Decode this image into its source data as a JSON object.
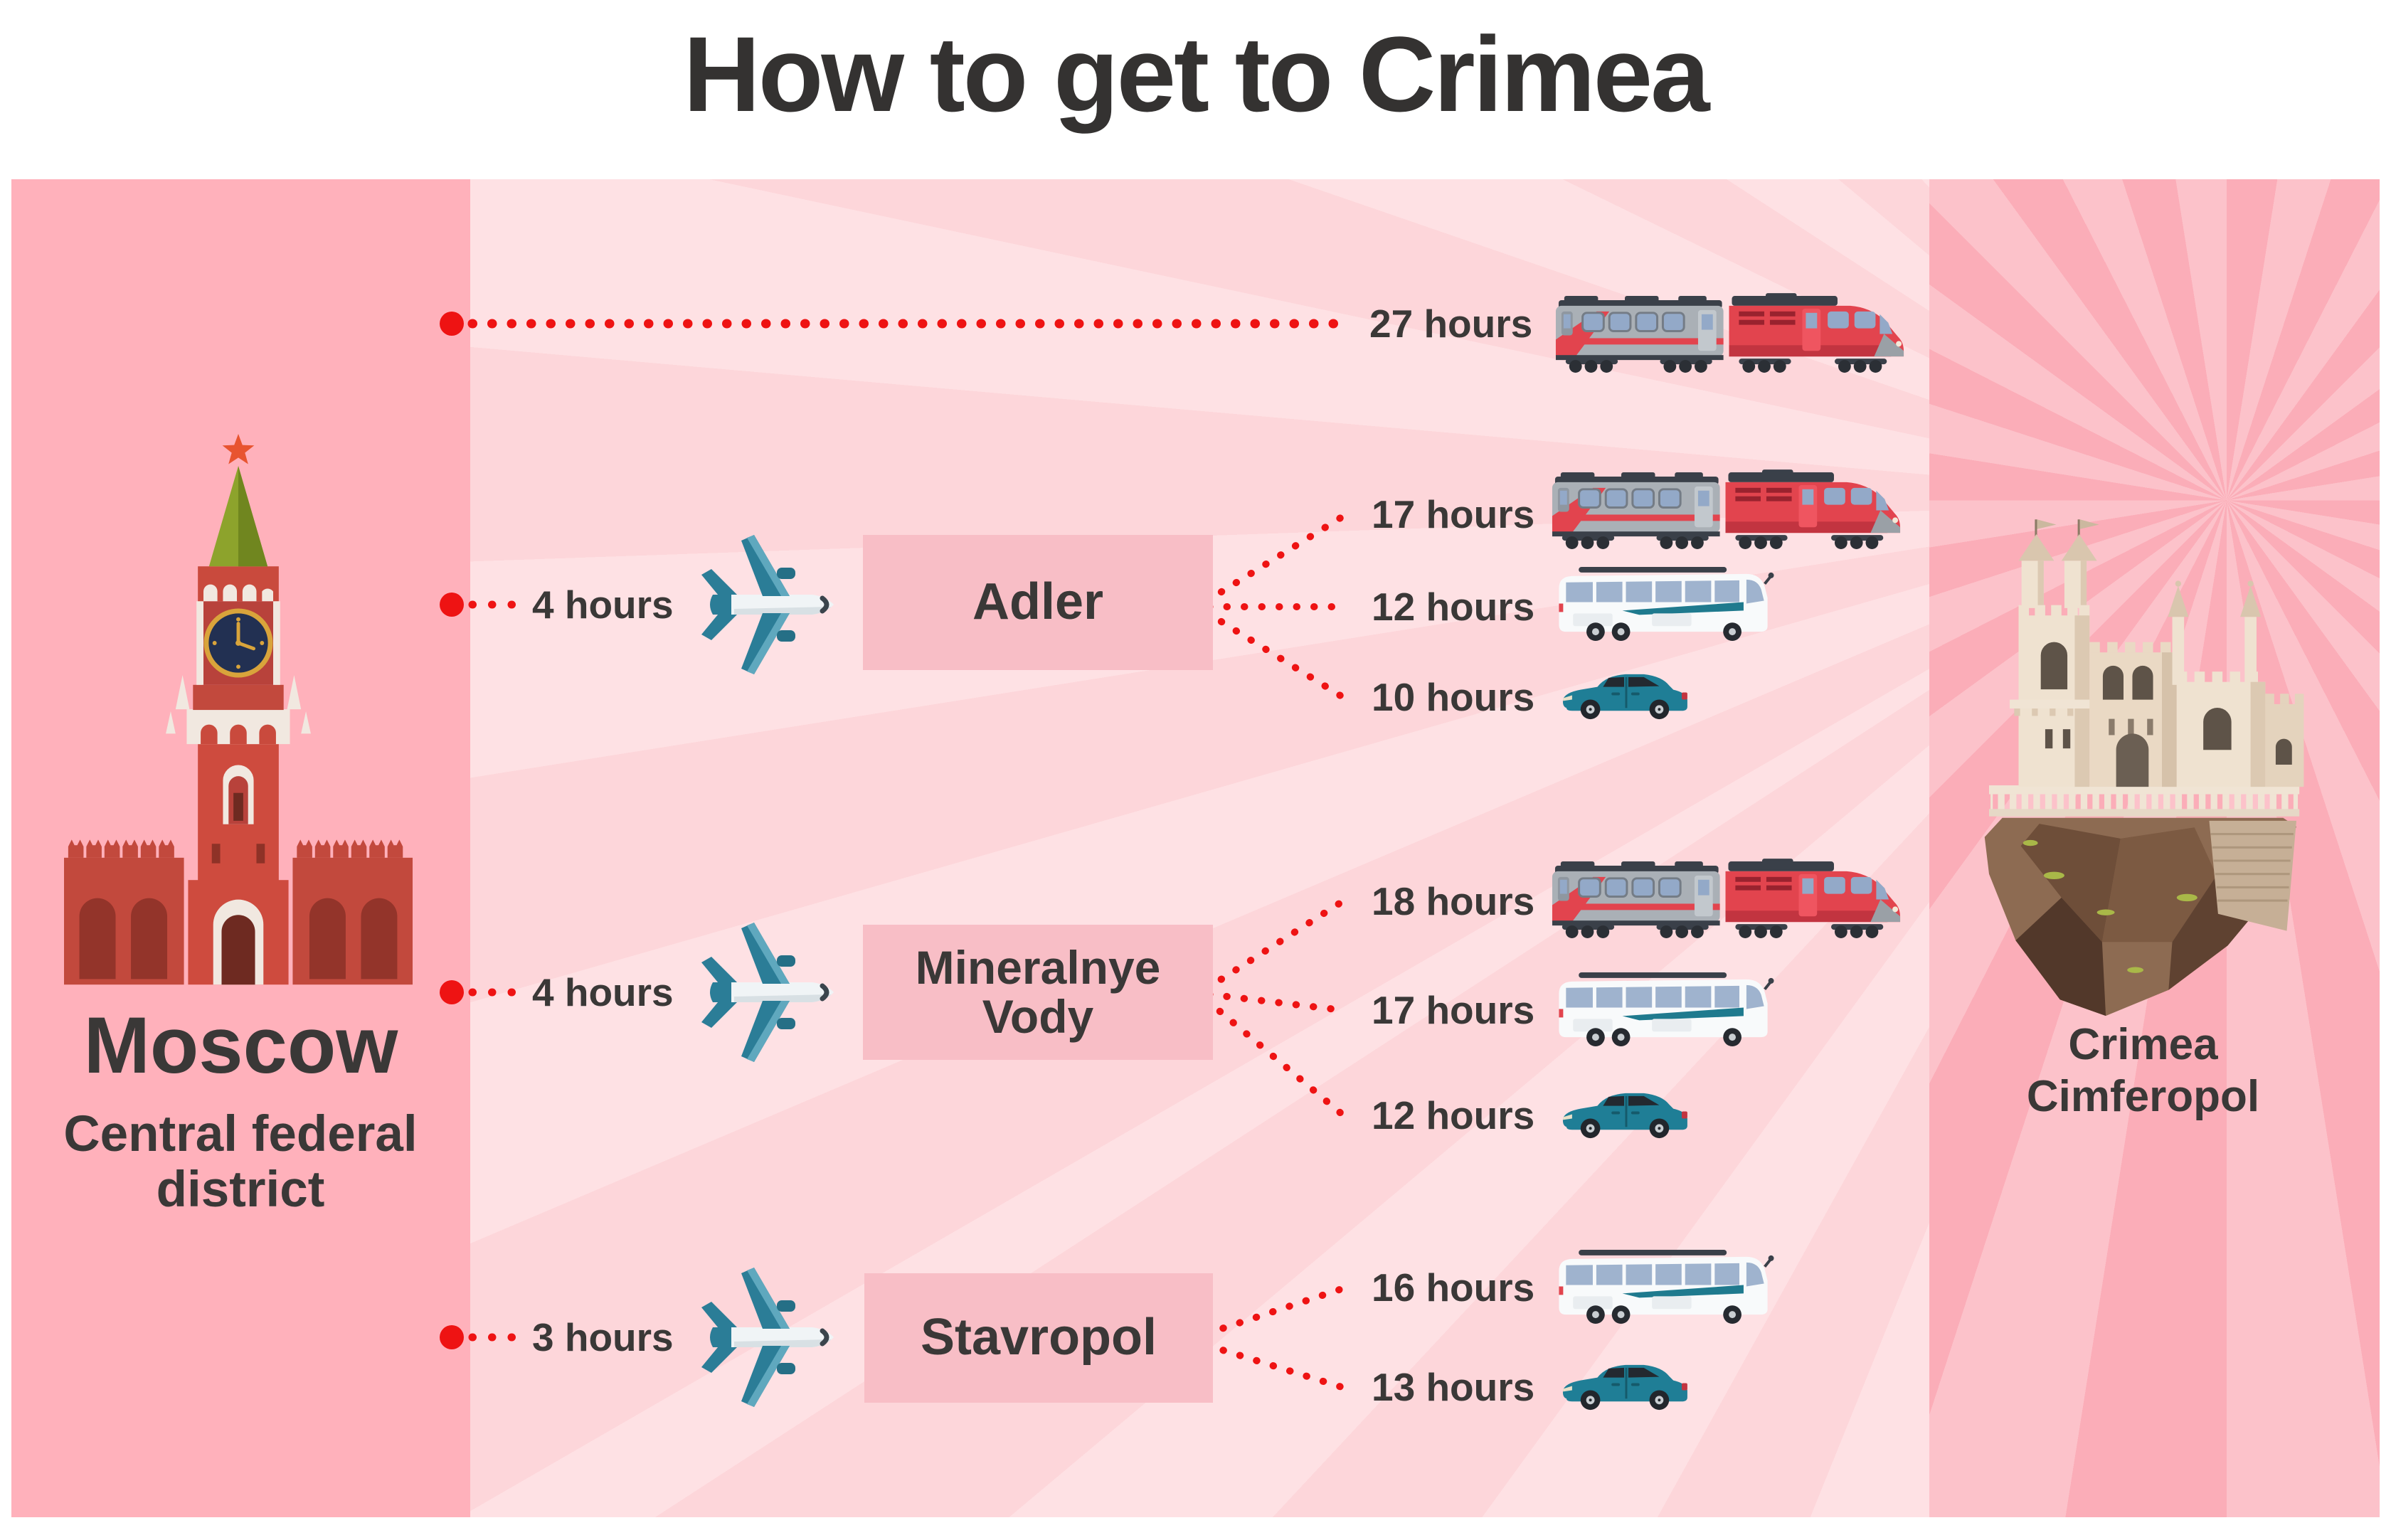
{
  "title": "How to get to Crimea",
  "origin": {
    "city": "Moscow",
    "region": "Central federal district"
  },
  "destination": {
    "region": "Crimea",
    "city": "Cimferopol"
  },
  "direct_route": {
    "duration": "27 hours",
    "mode": "train"
  },
  "hubs": [
    {
      "name": "Adler",
      "flight_duration": "4 hours",
      "flight_mode": "plane",
      "onward": [
        {
          "duration": "17 hours",
          "mode": "train"
        },
        {
          "duration": "12 hours",
          "mode": "bus"
        },
        {
          "duration": "10 hours",
          "mode": "car"
        }
      ]
    },
    {
      "name": "Mineralnye Vody",
      "flight_duration": "4 hours",
      "flight_mode": "plane",
      "onward": [
        {
          "duration": "18 hours",
          "mode": "train"
        },
        {
          "duration": "17 hours",
          "mode": "bus"
        },
        {
          "duration": "12 hours",
          "mode": "car"
        }
      ]
    },
    {
      "name": "Stavropol",
      "flight_duration": "3 hours",
      "flight_mode": "plane",
      "onward": [
        {
          "duration": "16 hours",
          "mode": "bus"
        },
        {
          "duration": "13 hours",
          "mode": "car"
        }
      ]
    }
  ],
  "colors": {
    "accent_red": "#EE1313",
    "left_panel_pink": "#FFB1BB",
    "middle_pink": "#FDD6DA",
    "middle_ray": "#FEE1E4",
    "right_pink": "#FBADB8",
    "right_ray": "#FCC2CA",
    "city_box_pink": "#F8BEC6",
    "text_dark": "#3A3837"
  }
}
